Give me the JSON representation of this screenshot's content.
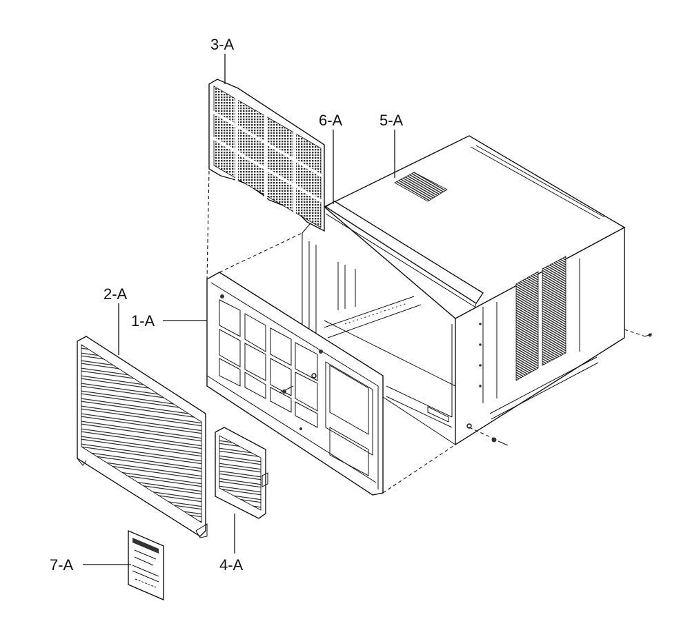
{
  "labels": {
    "p1": "1-A",
    "p2": "2-A",
    "p3": "3-A",
    "p4": "4-A",
    "p5": "5-A",
    "p6": "6-A",
    "p7": "7-A"
  },
  "colors": {
    "line": "#111111",
    "background": "#ffffff",
    "mesh": "#444444"
  },
  "icons": [
    "front-panel",
    "front-grille",
    "air-filter",
    "louver",
    "cabinet",
    "gasket-strip",
    "energy-label",
    "screw"
  ]
}
